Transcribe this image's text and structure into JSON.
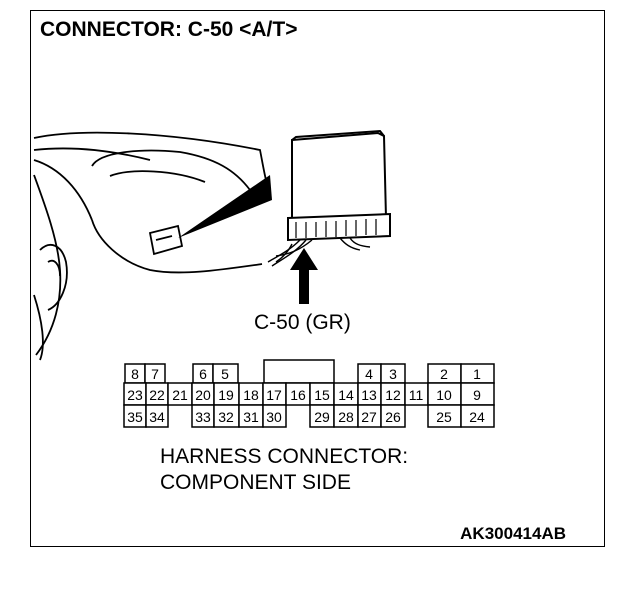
{
  "title": "CONNECTOR: C-50 <A/T>",
  "connector_label": "C-50 (GR)",
  "harness_text": {
    "line1": "HARNESS CONNECTOR:",
    "line2": "COMPONENT SIDE"
  },
  "figure_code": "AK300414AB",
  "pins": {
    "row1": [
      "8",
      "7",
      "6",
      "5",
      "4",
      "3",
      "2",
      "1"
    ],
    "row2": [
      "23",
      "22",
      "21",
      "20",
      "19",
      "18",
      "17",
      "16",
      "15",
      "14",
      "13",
      "12",
      "11",
      "10",
      "9"
    ],
    "row3": [
      "35",
      "34",
      "33",
      "32",
      "31",
      "30",
      "29",
      "28",
      "27",
      "26",
      "25",
      "24"
    ]
  }
}
